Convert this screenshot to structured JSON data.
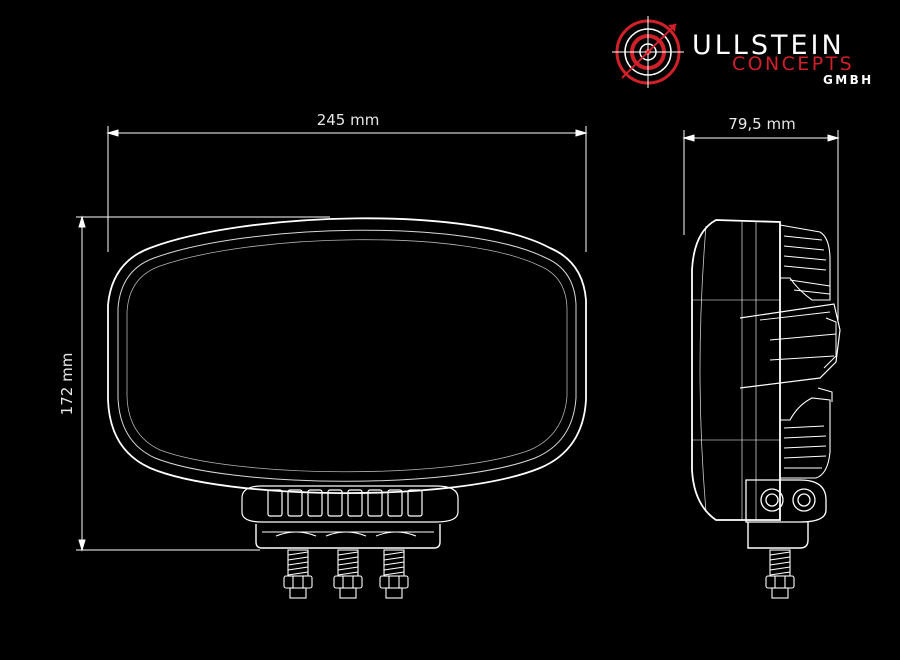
{
  "logo": {
    "line1": "ULLSTEIN",
    "line2": "CONCEPTS",
    "line3": "GMBH",
    "icon": "target-crosshair-icon"
  },
  "dimensions": {
    "width": "245 mm",
    "height": "172 mm",
    "depth": "79,5 mm"
  },
  "colors": {
    "background": "#000000",
    "line": "#ffffff",
    "brand_red": "#d0202a"
  }
}
